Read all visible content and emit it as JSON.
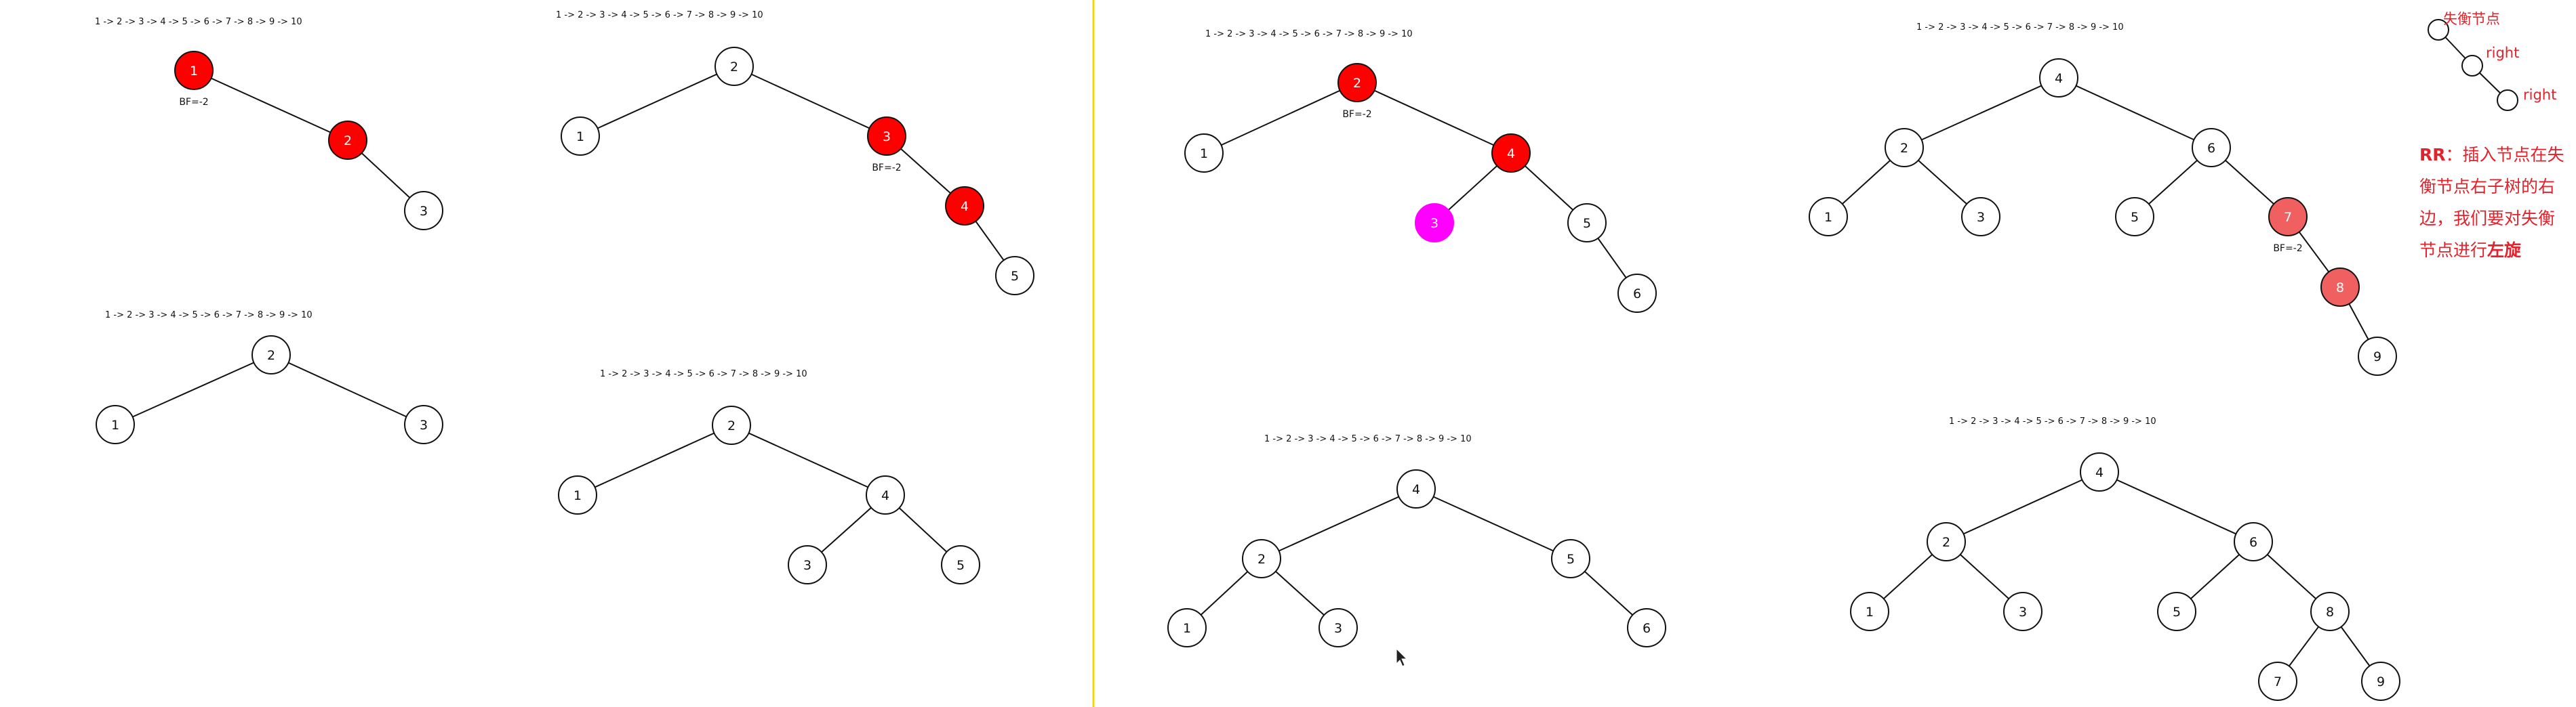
{
  "sequence_text": "1 -> 2 -> 3 -> 4 -> 5 -> 6 -> 7 -> 8 -> 9 -> 10",
  "colors": {
    "imbalanced": "#ff0000",
    "inserted": "#ff00ff",
    "faded": "#f06060",
    "divider": "#f5d800",
    "note": "#e3232c"
  },
  "trees": [
    {
      "id": "tree-1",
      "nodes": [
        {
          "label": "1",
          "fill": "imbalanced",
          "bf": "BF=-2"
        },
        {
          "label": "2",
          "fill": "imbalanced"
        },
        {
          "label": "3"
        }
      ],
      "edges": [
        [
          0,
          1
        ],
        [
          1,
          2
        ]
      ]
    },
    {
      "id": "tree-2",
      "nodes": [
        {
          "label": "2"
        },
        {
          "label": "1"
        },
        {
          "label": "3"
        }
      ],
      "edges": [
        [
          0,
          1
        ],
        [
          0,
          2
        ]
      ]
    },
    {
      "id": "tree-3",
      "nodes": [
        {
          "label": "2"
        },
        {
          "label": "1"
        },
        {
          "label": "3",
          "fill": "imbalanced",
          "bf": "BF=-2"
        },
        {
          "label": "4",
          "fill": "imbalanced"
        },
        {
          "label": "5"
        }
      ],
      "edges": [
        [
          0,
          1
        ],
        [
          0,
          2
        ],
        [
          2,
          3
        ],
        [
          3,
          4
        ]
      ]
    },
    {
      "id": "tree-4",
      "nodes": [
        {
          "label": "2"
        },
        {
          "label": "1"
        },
        {
          "label": "4"
        },
        {
          "label": "3"
        },
        {
          "label": "5"
        }
      ],
      "edges": [
        [
          0,
          1
        ],
        [
          0,
          2
        ],
        [
          2,
          3
        ],
        [
          2,
          4
        ]
      ]
    },
    {
      "id": "tree-5",
      "nodes": [
        {
          "label": "2",
          "fill": "imbalanced",
          "bf": "BF=-2"
        },
        {
          "label": "1"
        },
        {
          "label": "4",
          "fill": "imbalanced"
        },
        {
          "label": "3",
          "fill": "inserted"
        },
        {
          "label": "5"
        },
        {
          "label": "6"
        }
      ],
      "edges": [
        [
          0,
          1
        ],
        [
          0,
          2
        ],
        [
          2,
          3
        ],
        [
          2,
          4
        ],
        [
          4,
          5
        ]
      ]
    },
    {
      "id": "tree-6",
      "nodes": [
        {
          "label": "4"
        },
        {
          "label": "2"
        },
        {
          "label": "1"
        },
        {
          "label": "3"
        },
        {
          "label": "5"
        },
        {
          "label": "6"
        }
      ],
      "edges": [
        [
          0,
          1
        ],
        [
          1,
          2
        ],
        [
          1,
          3
        ],
        [
          0,
          4
        ],
        [
          4,
          5
        ]
      ]
    },
    {
      "id": "tree-7",
      "nodes": [
        {
          "label": "4"
        },
        {
          "label": "2"
        },
        {
          "label": "1"
        },
        {
          "label": "3"
        },
        {
          "label": "6"
        },
        {
          "label": "5"
        },
        {
          "label": "7",
          "fill": "faded",
          "bf": "BF=-2"
        },
        {
          "label": "8",
          "fill": "faded"
        },
        {
          "label": "9"
        }
      ],
      "edges": [
        [
          0,
          1
        ],
        [
          1,
          2
        ],
        [
          1,
          3
        ],
        [
          0,
          4
        ],
        [
          4,
          5
        ],
        [
          4,
          6
        ],
        [
          6,
          7
        ],
        [
          7,
          8
        ]
      ]
    },
    {
      "id": "tree-8",
      "nodes": [
        {
          "label": "4"
        },
        {
          "label": "2"
        },
        {
          "label": "1"
        },
        {
          "label": "3"
        },
        {
          "label": "6"
        },
        {
          "label": "5"
        },
        {
          "label": "8"
        },
        {
          "label": "7"
        },
        {
          "label": "9"
        }
      ],
      "edges": [
        [
          0,
          1
        ],
        [
          1,
          2
        ],
        [
          1,
          3
        ],
        [
          0,
          4
        ],
        [
          4,
          5
        ],
        [
          4,
          6
        ],
        [
          6,
          7
        ],
        [
          6,
          8
        ]
      ]
    }
  ],
  "legend": {
    "imbalanced_node_label": "失衡节点",
    "right_label_1": "right",
    "right_label_2": "right"
  },
  "note": {
    "case_name": "RR",
    "text_before": "：插入节点在失衡节点右子树的右边，我们要对失衡节点进行",
    "bold_word": "左旋"
  }
}
